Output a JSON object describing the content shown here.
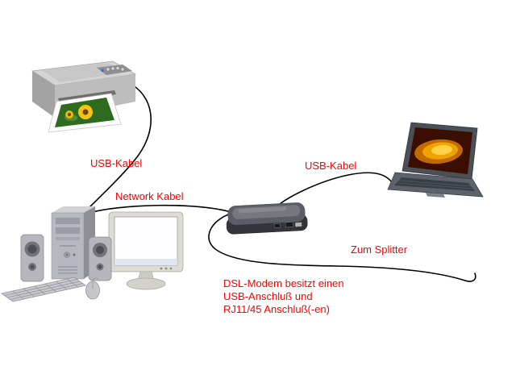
{
  "colors": {
    "label": "#ff0000",
    "cable": "#000000"
  },
  "labels": {
    "printer_usb": "USB-Kabel",
    "network": "Network Kabel",
    "laptop_usb": "USB-Kabel",
    "splitter": "Zum Splitter"
  },
  "note": {
    "line1": "DSL-Modem besitzt einen",
    "line2": "USB-Anschluß und",
    "line3": "RJ11/45 Anschluß(-en)"
  },
  "devices": {
    "printer": "printer",
    "desktop_pc": "desktop-pc-with-monitor-speakers-keyboard-mouse",
    "dsl_modem": "dsl-modem",
    "laptop": "laptop"
  }
}
